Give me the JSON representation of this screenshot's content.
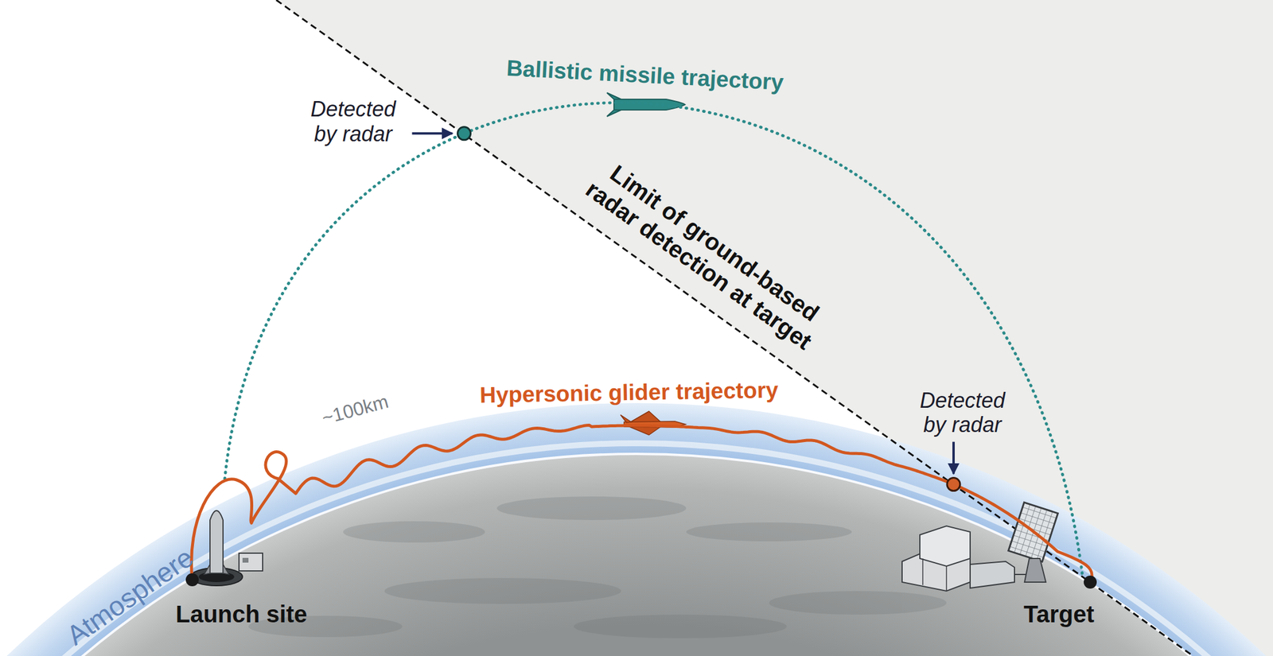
{
  "diagram": {
    "labels": [
      "Ballistic missile trajectory",
      "Detected by radar",
      "Limit of ground-based radar detection at target",
      "Detected by radar",
      "Hypersonic glider trajectory",
      "~100km",
      "Atmosphere",
      "Launch site",
      "Target"
    ]
  }
}
